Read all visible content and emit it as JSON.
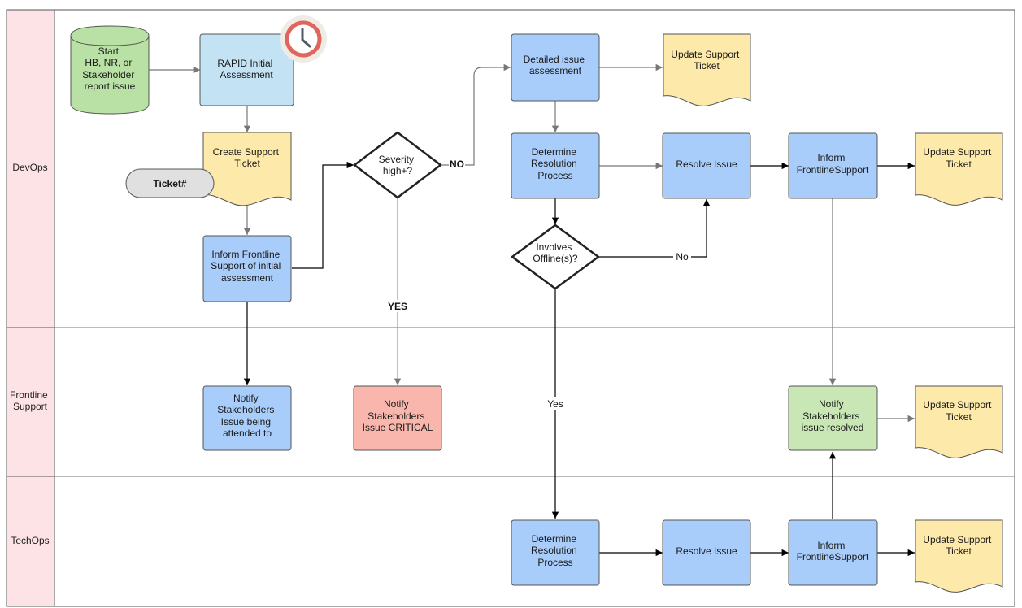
{
  "lanes": [
    {
      "id": "devops",
      "label": "DevOps"
    },
    {
      "id": "frontline",
      "label": [
        "Frontline",
        "Support"
      ]
    },
    {
      "id": "techops",
      "label": "TechOps"
    }
  ],
  "colors": {
    "lane_header": "#fde3e6",
    "lane_border": "#555555",
    "start_fill": "#b9e0a5",
    "blue_light": "#c3e3f5",
    "blue": "#a9cdfa",
    "doc_yellow": "#fde9a9",
    "red": "#f8b6ad",
    "green": "#c9e7b5",
    "terminator_gray": "#e0e0e0",
    "clock_ring": "#f0ebe4",
    "clock_face": "#e0655d",
    "arrow_gray": "#777777",
    "arrow_black": "#000000"
  },
  "nodes": {
    "start": [
      "Start",
      "HB, NR, or",
      "Stakeholder",
      "report issue"
    ],
    "rapid": [
      "RAPID Initial",
      "Assessment"
    ],
    "create_ticket": [
      "Create Support",
      "Ticket"
    ],
    "ticket_no": [
      "Ticket#"
    ],
    "inform_frontline": [
      "Inform Frontline",
      "Support of initial",
      "assessment"
    ],
    "severity": [
      "Severity",
      "high+?"
    ],
    "detailed": [
      "Detailed issue",
      "assessment"
    ],
    "update_ticket_1": [
      "Update Support",
      "Ticket"
    ],
    "determine_devops": [
      "Determine",
      "Resolution",
      "Process"
    ],
    "resolve_devops": [
      "Resolve Issue"
    ],
    "inform_devops": [
      "Inform",
      "FrontlineSupport"
    ],
    "update_ticket_2": [
      "Update Support",
      "Ticket"
    ],
    "involves": [
      "Involves",
      "Offline(s)?"
    ],
    "notify_attended": [
      "Notify",
      "Stakeholders",
      "Issue being",
      "attended to"
    ],
    "notify_critical": [
      "Notify",
      "Stakeholders",
      "Issue CRITICAL"
    ],
    "notify_resolved": [
      "Notify",
      "Stakeholders",
      "issue resolved"
    ],
    "update_ticket_3": [
      "Update Support",
      "Ticket"
    ],
    "determine_techops": [
      "Determine",
      "Resolution",
      "Process"
    ],
    "resolve_techops": [
      "Resolve Issue"
    ],
    "inform_techops": [
      "Inform",
      "FrontlineSupport"
    ],
    "update_ticket_4": [
      "Update Support",
      "Ticket"
    ]
  },
  "edge_labels": {
    "no_upper": "NO",
    "yes_upper": "YES",
    "no": "No",
    "yes": "Yes"
  },
  "icons": {
    "timer": "clock-icon"
  }
}
